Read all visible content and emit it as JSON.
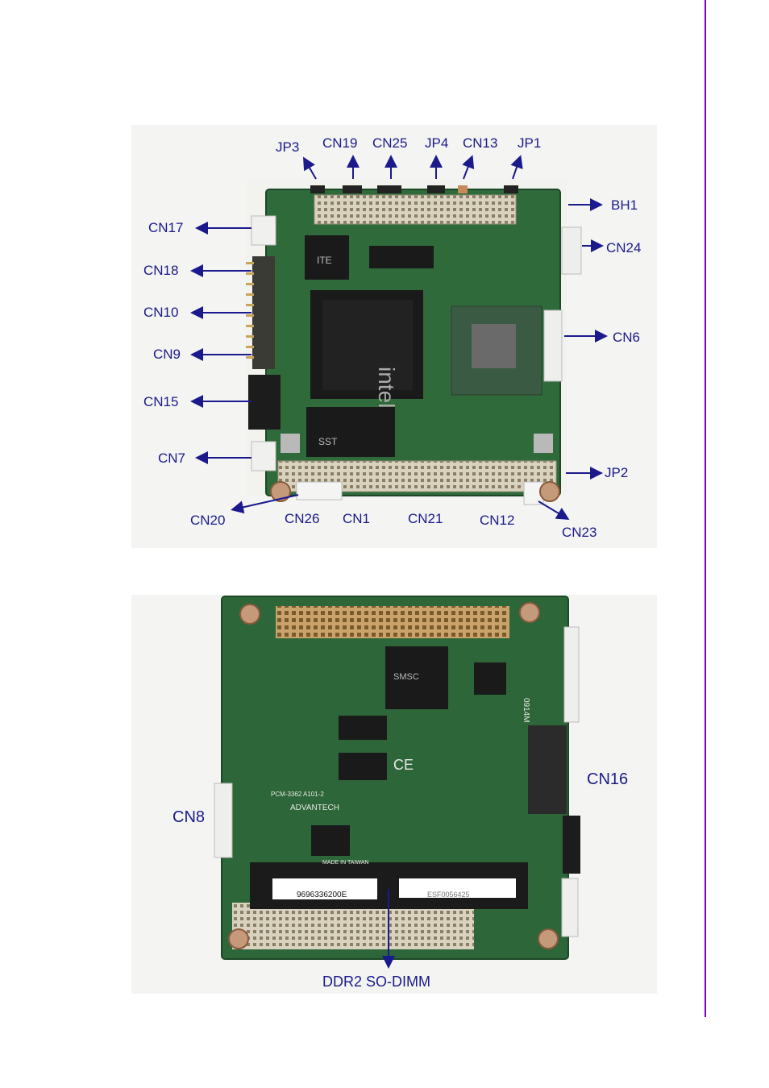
{
  "top_board": {
    "labels": {
      "jp3": "JP3",
      "cn19": "CN19",
      "cn25": "CN25",
      "jp4": "JP4",
      "cn13": "CN13",
      "jp1": "JP1",
      "bh1": "BH1",
      "cn24": "CN24",
      "cn6": "CN6",
      "jp2": "JP2",
      "cn23": "CN23",
      "cn17": "CN17",
      "cn18": "CN18",
      "cn10": "CN10",
      "cn9": "CN9",
      "cn15": "CN15",
      "cn7": "CN7",
      "cn20": "CN20",
      "cn26": "CN26",
      "cn1": "CN1",
      "cn21": "CN21",
      "cn12": "CN12"
    },
    "chips": {
      "ite": "ITE",
      "intel": "intel",
      "sst": "SST"
    }
  },
  "bottom_board": {
    "labels": {
      "cn8": "CN8",
      "cn16": "CN16",
      "so_dimm": "DDR2 SO-DIMM"
    },
    "markings": {
      "brand": "ADVANTECH",
      "model": "PCM-3362 A101-2",
      "barcode1": "9696336200E",
      "barcode2": "ESF0056425",
      "made_in": "MADE IN TAIWAN",
      "chip": "SMSC",
      "date": "0914M",
      "ce": "CE"
    }
  },
  "colors": {
    "accent": "#7a00c8",
    "label": "#1a1a8c",
    "pcb": "#2f6b3a"
  }
}
